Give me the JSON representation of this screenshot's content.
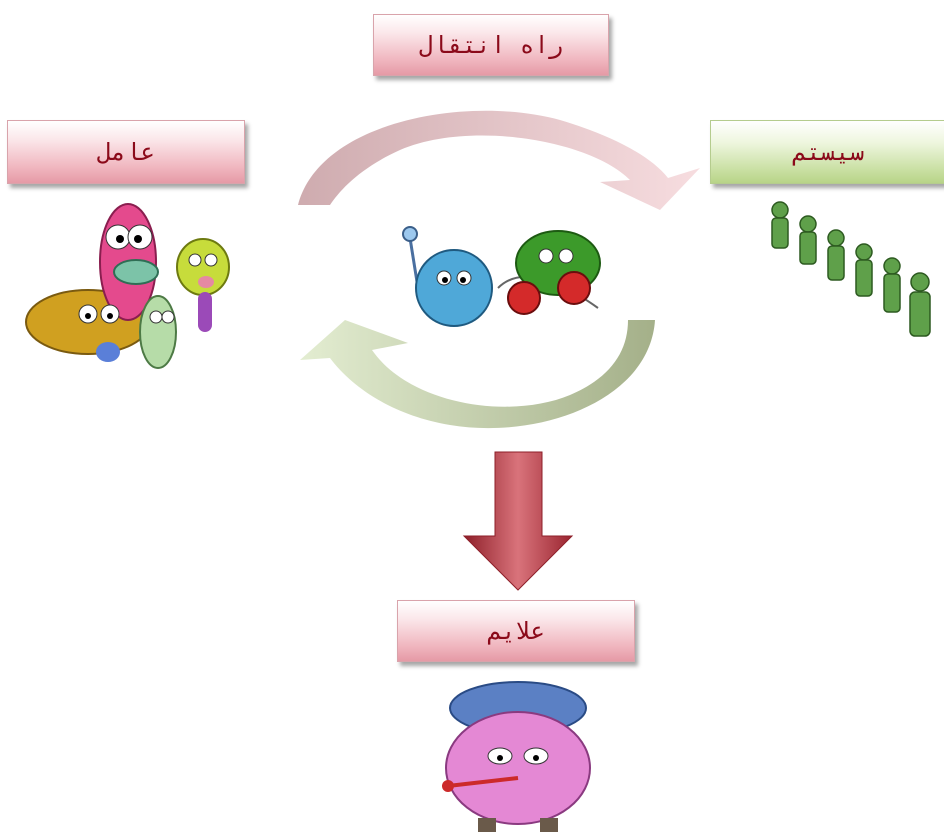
{
  "labels": {
    "transmission": "راه انتقال",
    "agent": "عامل",
    "system": "سیستم",
    "symptoms": "علایم"
  },
  "colors": {
    "label_text": "#8b0a1a",
    "pink_box": "#f0b6bf",
    "green_box": "#c8dfa1",
    "down_arrow": "#c0505a",
    "cycle_pink": "#e8c1c6",
    "cycle_green": "#c9d7a8"
  },
  "icons": {
    "agent": "cartoon-germs-icon",
    "cycle": "virus-fighting-germ-icon",
    "system": "green-soldiers-icon",
    "symptoms": "sick-character-icon"
  }
}
